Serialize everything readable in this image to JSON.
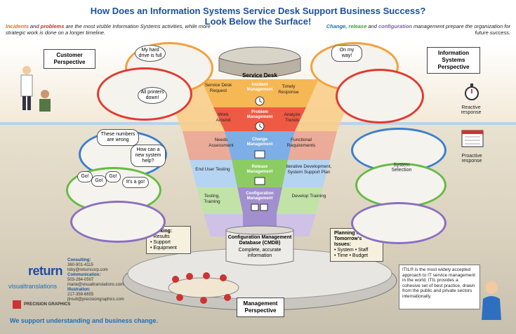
{
  "title": {
    "line1": "How Does an Information Systems Service Desk Support Business Success?",
    "line2": "Look Below the Surface!"
  },
  "intro_left": {
    "incidents": "Incidents",
    "and": "and",
    "problems": "problems",
    "rest": "are the most visible Information Systems activities, while more strategic work is done on a longer timeline."
  },
  "intro_right": {
    "change": "Change,",
    "release": "release",
    "and": "and",
    "configuration": "configuration",
    "rest": "management prepare the organization for future success."
  },
  "customer_perspective": "Customer Perspective",
  "is_perspective": "Information Systems Perspective",
  "management_perspective": "Management Perspective",
  "service_desk": "Service Desk",
  "bubbles": {
    "hard_drive": "My hard drive is full",
    "printers": "All printers down!",
    "on_my_way": "On my way!",
    "numbers_wrong": "These numbers are wrong",
    "new_system": "How can a new system help?",
    "go1": "Go!",
    "go2": "Go!",
    "go3": "Go!",
    "its_a_go": "It's a go!"
  },
  "funnel": {
    "incident_management": "Incident Management",
    "problem_management": "Problem Management",
    "change_management": "Change Management",
    "release_management": "Release Management",
    "configuration_management": "Configuration Management",
    "service_desk_request": "Service Desk Request",
    "timely_response": "Timely Response",
    "work_around": "Work Around",
    "analyze_trends": "Analyze Trends",
    "needs_assessment": "Needs Assessment",
    "functional_requirements": "Functional Requirements",
    "end_user_testing": "End User Testing",
    "iterative_development": "Iterative Development, System Support Plan",
    "testing_training": "Testing, Training",
    "develop_training": "Develop Training"
  },
  "cmdb": {
    "title": "Configuration Management Database (CMDB)",
    "subtitle": "Complete, accurate information"
  },
  "reactive_response": "Reactive response",
  "proactive_response": "Proactive response",
  "system_selection": "System Selection",
  "tracking": {
    "title": "Tracking:",
    "items": [
      "• Results",
      "• Support",
      "• Equipment"
    ]
  },
  "planning": {
    "title": "Planning for Tomorrow's Issues:",
    "items": [
      "• System",
      "• Staff",
      "• Time",
      "• Budget"
    ]
  },
  "itil_text": "ITIL® is the most widely accepted approach to IT service management in the world. ITIL provides a cohesive set of best practice, drawn from the public and private sectors internationally.",
  "logos": {
    "return": "return",
    "visual_translations": "visualtranslations",
    "precision_graphics": "PRECISION GRAPHICS"
  },
  "contacts": {
    "consulting_label": "Consulting:",
    "consulting_phone": "360-901-4115",
    "consulting_email": "toby@returncorp.com",
    "communication_label": "Communication:",
    "communication_phone": "503-284-0507",
    "communication_email": "marie@visualtranslations.com",
    "illustration_label": "Illustration:",
    "illustration_phone": "217-359-6655",
    "illustration_email": "jtroutt@precisiongraphics.com"
  },
  "tagline": "We support understanding and business change.",
  "colors": {
    "title_blue": "#1b4f9c",
    "incident_orange": "#f3a13a",
    "problem_red": "#e23a2f",
    "change_blue": "#3b7fd0",
    "release_green": "#4faa3c",
    "config_purple": "#7e5fae",
    "oval_green": "#66bb44"
  },
  "icons": [
    "stopwatch-icon",
    "clock-icon",
    "calendar-icon",
    "book-icon",
    "lightbulb-icon"
  ]
}
